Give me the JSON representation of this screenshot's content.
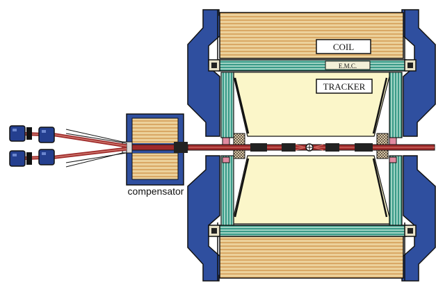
{
  "labels": {
    "coil": "COIL",
    "emc": "E.M.C.",
    "tracker": "TRACKER",
    "compensator": "compensator"
  },
  "colors": {
    "iron_yoke": "#2f4f9f",
    "iron_yoke_dark": "#23397a",
    "coil_fill": "#e9c98f",
    "coil_stripe": "#d8a866",
    "tracker_fill": "#fbf6c9",
    "emc_fill": "#2f8f80",
    "emc_light": "#9fd3c4",
    "beam_pipe": "#9e2a2a",
    "beam_light": "#c9605a",
    "quad_blue": "#243f8f",
    "pink": "#e08aa0",
    "outline": "#111111"
  }
}
